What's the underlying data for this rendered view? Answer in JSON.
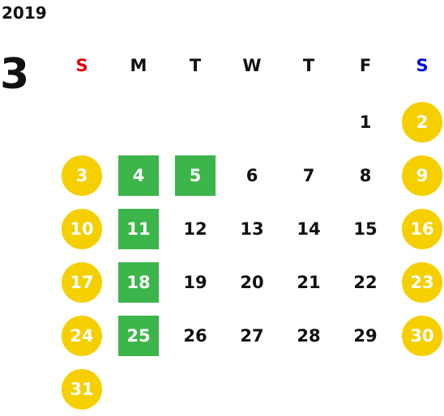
{
  "calendar": {
    "year": "2019",
    "month": "3",
    "weekdays": [
      "S",
      "M",
      "T",
      "W",
      "T",
      "F",
      "S"
    ],
    "weekday_colors": [
      "#e3000f",
      "#111111",
      "#111111",
      "#111111",
      "#111111",
      "#111111",
      "#0010e0"
    ],
    "colors": {
      "weekend": "#f5cf00",
      "marked": "#3cb54a"
    },
    "days": [
      {
        "day": "1",
        "weekday": 5,
        "week": 0,
        "style": "plain"
      },
      {
        "day": "2",
        "weekday": 6,
        "week": 0,
        "style": "weekend"
      },
      {
        "day": "3",
        "weekday": 0,
        "week": 1,
        "style": "weekend"
      },
      {
        "day": "4",
        "weekday": 1,
        "week": 1,
        "style": "marked"
      },
      {
        "day": "5",
        "weekday": 2,
        "week": 1,
        "style": "marked"
      },
      {
        "day": "6",
        "weekday": 3,
        "week": 1,
        "style": "plain"
      },
      {
        "day": "7",
        "weekday": 4,
        "week": 1,
        "style": "plain"
      },
      {
        "day": "8",
        "weekday": 5,
        "week": 1,
        "style": "plain"
      },
      {
        "day": "9",
        "weekday": 6,
        "week": 1,
        "style": "weekend"
      },
      {
        "day": "10",
        "weekday": 0,
        "week": 2,
        "style": "weekend"
      },
      {
        "day": "11",
        "weekday": 1,
        "week": 2,
        "style": "marked"
      },
      {
        "day": "12",
        "weekday": 2,
        "week": 2,
        "style": "plain"
      },
      {
        "day": "13",
        "weekday": 3,
        "week": 2,
        "style": "plain"
      },
      {
        "day": "14",
        "weekday": 4,
        "week": 2,
        "style": "plain"
      },
      {
        "day": "15",
        "weekday": 5,
        "week": 2,
        "style": "plain"
      },
      {
        "day": "16",
        "weekday": 6,
        "week": 2,
        "style": "weekend"
      },
      {
        "day": "17",
        "weekday": 0,
        "week": 3,
        "style": "weekend"
      },
      {
        "day": "18",
        "weekday": 1,
        "week": 3,
        "style": "marked"
      },
      {
        "day": "19",
        "weekday": 2,
        "week": 3,
        "style": "plain"
      },
      {
        "day": "20",
        "weekday": 3,
        "week": 3,
        "style": "plain"
      },
      {
        "day": "21",
        "weekday": 4,
        "week": 3,
        "style": "plain"
      },
      {
        "day": "22",
        "weekday": 5,
        "week": 3,
        "style": "plain"
      },
      {
        "day": "23",
        "weekday": 6,
        "week": 3,
        "style": "weekend"
      },
      {
        "day": "24",
        "weekday": 0,
        "week": 4,
        "style": "weekend"
      },
      {
        "day": "25",
        "weekday": 1,
        "week": 4,
        "style": "marked"
      },
      {
        "day": "26",
        "weekday": 2,
        "week": 4,
        "style": "plain"
      },
      {
        "day": "27",
        "weekday": 3,
        "week": 4,
        "style": "plain"
      },
      {
        "day": "28",
        "weekday": 4,
        "week": 4,
        "style": "plain"
      },
      {
        "day": "29",
        "weekday": 5,
        "week": 4,
        "style": "plain"
      },
      {
        "day": "30",
        "weekday": 6,
        "week": 4,
        "style": "weekend"
      },
      {
        "day": "31",
        "weekday": 0,
        "week": 5,
        "style": "weekend"
      }
    ]
  }
}
